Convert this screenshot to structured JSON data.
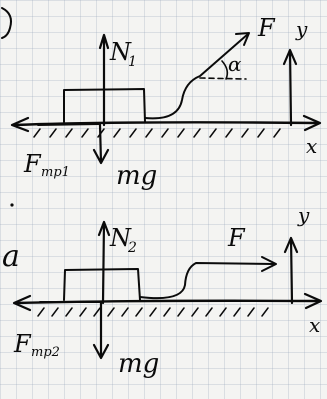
{
  "diagram_1": {
    "normal_force": "N",
    "normal_force_index": "1",
    "applied_force": "F",
    "angle": "α",
    "friction_force": "F",
    "friction_force_index": "тр1",
    "gravity": "mg",
    "x_axis": "x",
    "y_axis": "y"
  },
  "diagram_2": {
    "case_label": "a",
    "normal_force": "N",
    "normal_force_index": "2",
    "applied_force": "F",
    "friction_force": "F",
    "friction_force_index": "тр2",
    "gravity": "mg",
    "x_axis": "x",
    "y_axis": "y"
  },
  "colors": {
    "ink": "#0b0b0b",
    "paper": "#f4f4f2",
    "grid": "#96a5b9"
  }
}
